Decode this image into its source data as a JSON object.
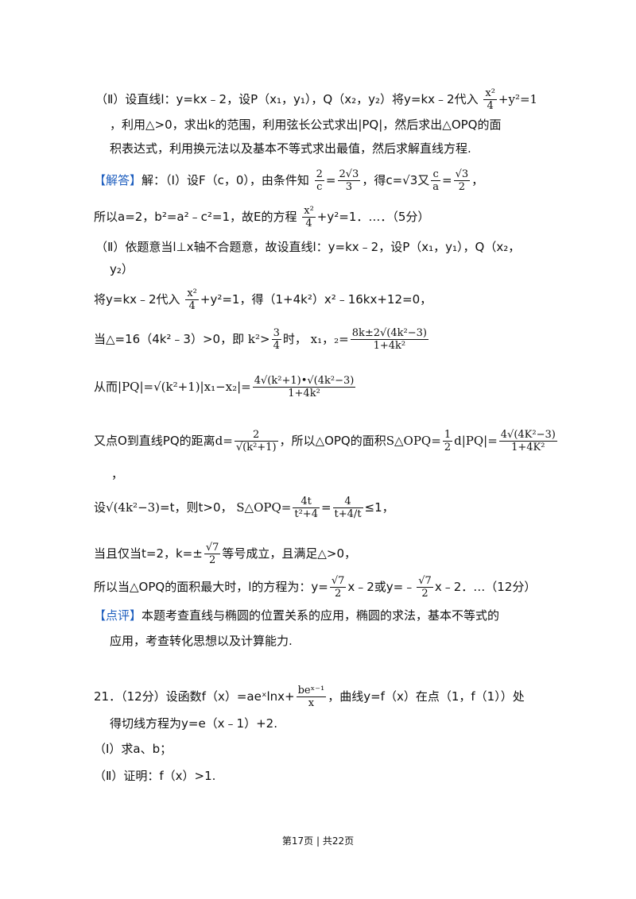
{
  "lines": {
    "l1": "（Ⅱ）设直线l：y=kx﹣2，设P（x₁，y₁），Q（x₂，y₂）将y=kx﹣2代入",
    "l1b": "，利用△>0，求出k的范围，利用弦长公式求出|PQ|，然后求出△OPQ的面",
    "l1c": "积表达式，利用换元法以及基本不等式求出最值，然后求解直线方程.",
    "jie_tag": "【解答】",
    "jie": "解：（Ⅰ）设F（c，0），由条件知",
    "jie2": "，得c=√3又",
    "l3": "所以a=2，b²=a²﹣c²=1，故E的方程",
    "l3b": "=1．…．（5分）",
    "l4": "（Ⅱ）依题意当l⊥x轴不合题意，故设直线l：y=kx﹣2，设P（x₁，y₁），Q（x₂，",
    "l4b": "y₂）",
    "l5a": "将y=kx﹣2代入",
    "l5b": "=1，得（1+4k²）x²﹣16kx+12=0，",
    "l6a": "当△=16（4k²﹣3）>0，即",
    "l6b": "时，",
    "l7": "从而",
    "l8a": "又点O到直线PQ的距离",
    "l8b": "，所以△OPQ的面积",
    "comma": "，",
    "l9a": "设",
    "l9b": "=t，则t>0，",
    "l9c": "≤1，",
    "l10a": "当且仅当t=2，k=±",
    "l10b": "等号成立，且满足△>0，",
    "l11a": "所以当△OPQ的面积最大时，l的方程为：y=",
    "l11b": "x﹣2或y=﹣",
    "l11c": "x﹣2．…（12分）",
    "dp_tag": "【点评】",
    "dp": "本题考查直线与椭圆的位置关系的应用，椭圆的求法，基本不等式的",
    "dp2": "应用，考查转化思想以及计算能力.",
    "q21a": "21．（12分）设函数f（x）=aeˣlnx+",
    "q21b": "，曲线y=f（x）在点（1，f（1））处",
    "q21c": "得切线方程为y=e（x﹣1）+2.",
    "q21d": "（Ⅰ）求a、b；",
    "q21e": "（Ⅱ）证明：f（x）>1."
  },
  "math": {
    "x2": "x²",
    "four": "4",
    "y2eq1": "+y²=1",
    "two": "2",
    "c": "c",
    "tworoot3": "2√3",
    "three": "3",
    "ca_num": "c",
    "ca_den": "a",
    "r3": "√3",
    "t2": "2",
    "k2": "k²",
    "gt34": ">",
    "n3": "3",
    "d4": "4",
    "x12": "x₁，₂=",
    "x12num": "8k±2√(4k²−3)",
    "x12den": "1+4k²",
    "pq": "|PQ|=√(k²+1)|x₁−x₂|=",
    "pqnum": "4√(k²+1)•√(4k²−3)",
    "pqden": "1+4k²",
    "d": "d=",
    "dnum": "2",
    "dden": "√(k²+1)",
    "s": "S△OPQ=",
    "half_n": "1",
    "half_d": "2",
    "dpq": "d|PQ|=",
    "snum": "4√(4K²−3)",
    "sden": "1+4K²",
    "sq": "√(4k²−3)",
    "s2": "S△OPQ=",
    "s2n": "4t",
    "s2d": "t²+4",
    "s3n": "4",
    "s3d": "t+4/t",
    "r7": "√7",
    "r7d": "2",
    "be": "beˣ⁻¹",
    "bx": "x"
  },
  "footer": "第17页 | 共22页"
}
